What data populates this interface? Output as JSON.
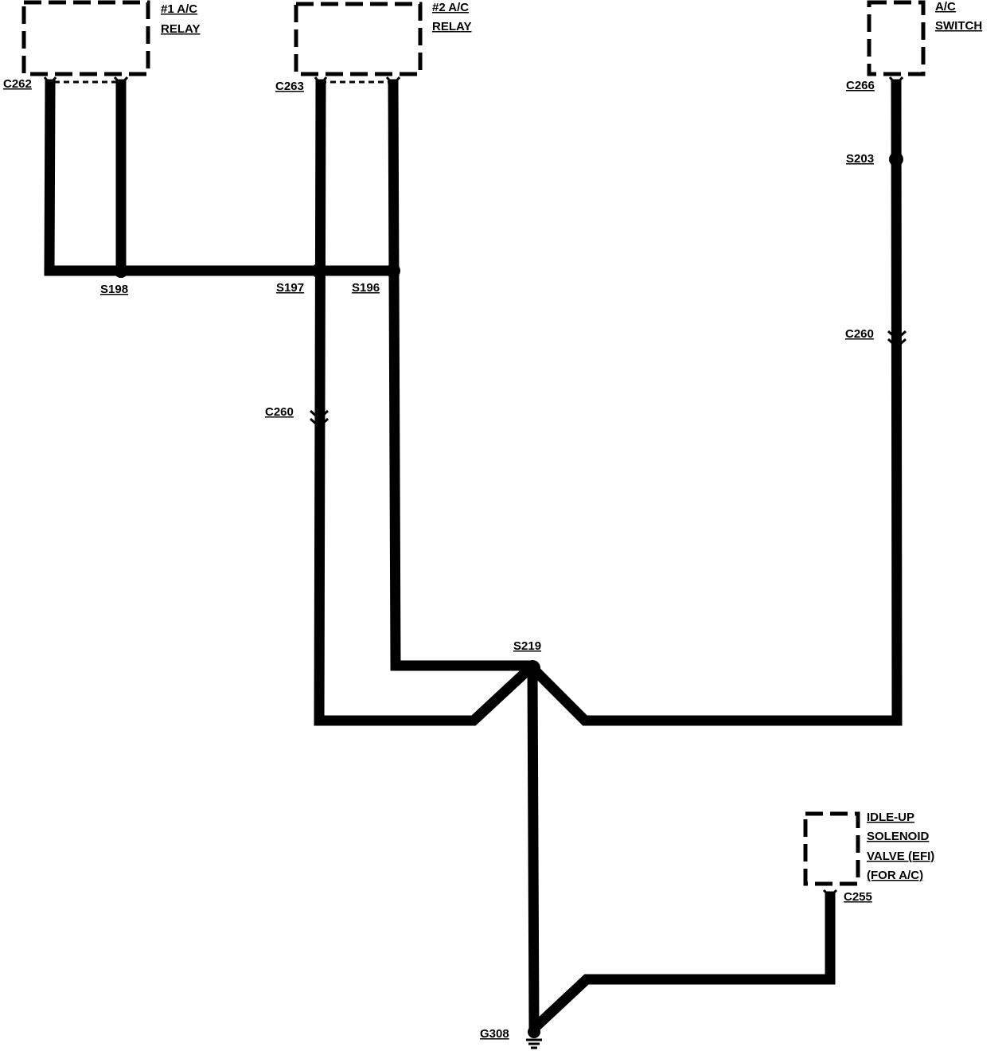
{
  "components": {
    "relay1": {
      "line1": "#1 A/C",
      "line2": "RELAY"
    },
    "relay2": {
      "line1": "#2 A/C",
      "line2": "RELAY"
    },
    "ac_switch": {
      "line1": "A/C",
      "line2": "SWITCH"
    },
    "idle_up": {
      "line1": "IDLE-UP",
      "line2": "SOLENOID",
      "line3": "VALVE (EFI)",
      "line4": "(FOR A/C)"
    }
  },
  "connectors": {
    "c262": "C262",
    "c263": "C263",
    "c266": "C266",
    "c260_left": "C260",
    "c260_right": "C260",
    "c255": "C255"
  },
  "splices": {
    "s198": "S198",
    "s197": "S197",
    "s196": "S196",
    "s203": "S203",
    "s219": "S219"
  },
  "grounds": {
    "g308": "G308"
  },
  "colors": {
    "wire": "#000000",
    "background": "#ffffff"
  }
}
